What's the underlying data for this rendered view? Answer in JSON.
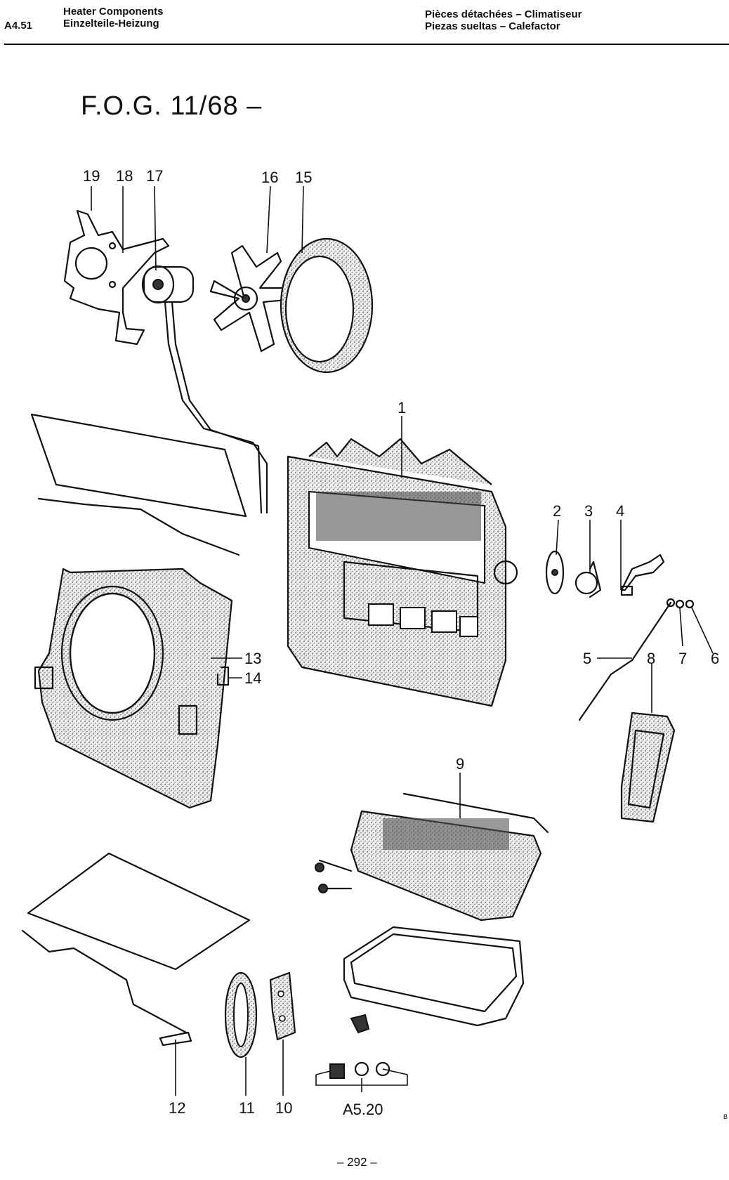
{
  "header": {
    "code": "A4.51",
    "title_en": "Heater Components",
    "title_de": "Einzelteile-Heizung",
    "title_fr": "Pièces détachées – Climatiseur",
    "title_es": "Piezas sueltas – Calefactor"
  },
  "fog_label": "F.O.G. 11/68 –",
  "callouts": {
    "c1": "1",
    "c2": "2",
    "c3": "3",
    "c4": "4",
    "c5": "5",
    "c6": "6",
    "c7": "7",
    "c8": "8",
    "c9": "9",
    "c10": "10",
    "c11": "11",
    "c12": "12",
    "c13": "13",
    "c14": "14",
    "c15": "15",
    "c16": "16",
    "c17": "17",
    "c18": "18",
    "c19": "19",
    "ref": "A5.20"
  },
  "page_number": "– 292 –",
  "corner_mark": "B"
}
